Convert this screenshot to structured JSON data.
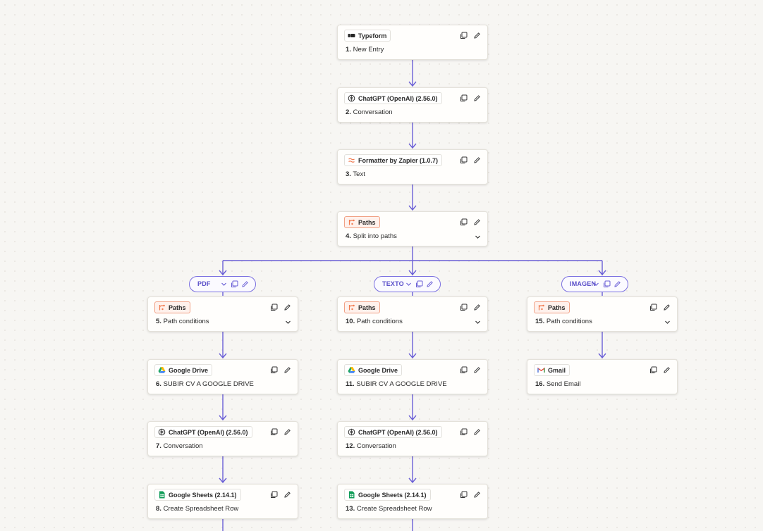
{
  "colors": {
    "accent": "#6a5fd6",
    "paths_orange": "#f07a4f",
    "canvas": "#f7f6f3"
  },
  "steps": [
    {
      "id": "step-1",
      "app": "Typeform",
      "icon": "typeform-icon",
      "num": "1.",
      "title": "New Entry"
    },
    {
      "id": "step-2",
      "app": "ChatGPT (OpenAI) (2.56.0)",
      "icon": "openai-icon",
      "num": "2.",
      "title": "Conversation"
    },
    {
      "id": "step-3",
      "app": "Formatter by Zapier (1.0.7)",
      "icon": "formatter-icon",
      "num": "3.",
      "title": "Text"
    },
    {
      "id": "step-4",
      "app": "Paths",
      "icon": "paths-icon",
      "num": "4.",
      "title": "Split into paths",
      "expandable": true
    },
    {
      "id": "step-5",
      "app": "Paths",
      "icon": "paths-icon",
      "num": "5.",
      "title": "Path conditions",
      "expandable": true
    },
    {
      "id": "step-6",
      "app": "Google Drive",
      "icon": "google-drive-icon",
      "num": "6.",
      "title": "SUBIR CV A GOOGLE DRIVE"
    },
    {
      "id": "step-7",
      "app": "ChatGPT (OpenAI) (2.56.0)",
      "icon": "openai-icon",
      "num": "7.",
      "title": "Conversation"
    },
    {
      "id": "step-8",
      "app": "Google Sheets (2.14.1)",
      "icon": "google-sheets-icon",
      "num": "8.",
      "title": "Create Spreadsheet Row"
    },
    {
      "id": "step-10",
      "app": "Paths",
      "icon": "paths-icon",
      "num": "10.",
      "title": "Path conditions",
      "expandable": true
    },
    {
      "id": "step-11",
      "app": "Google Drive",
      "icon": "google-drive-icon",
      "num": "11.",
      "title": "SUBIR CV A GOOGLE DRIVE"
    },
    {
      "id": "step-12",
      "app": "ChatGPT (OpenAI) (2.56.0)",
      "icon": "openai-icon",
      "num": "12.",
      "title": "Conversation"
    },
    {
      "id": "step-13",
      "app": "Google Sheets (2.14.1)",
      "icon": "google-sheets-icon",
      "num": "13.",
      "title": "Create Spreadsheet Row"
    },
    {
      "id": "step-15",
      "app": "Paths",
      "icon": "paths-icon",
      "num": "15.",
      "title": "Path conditions",
      "expandable": true
    },
    {
      "id": "step-16",
      "app": "Gmail",
      "icon": "gmail-icon",
      "num": "16.",
      "title": "Send Email"
    }
  ],
  "paths": [
    {
      "id": "path-pdf",
      "label": "PDF"
    },
    {
      "id": "path-texto",
      "label": "TEXTO"
    },
    {
      "id": "path-imagen",
      "label": "IMAGEN"
    }
  ]
}
